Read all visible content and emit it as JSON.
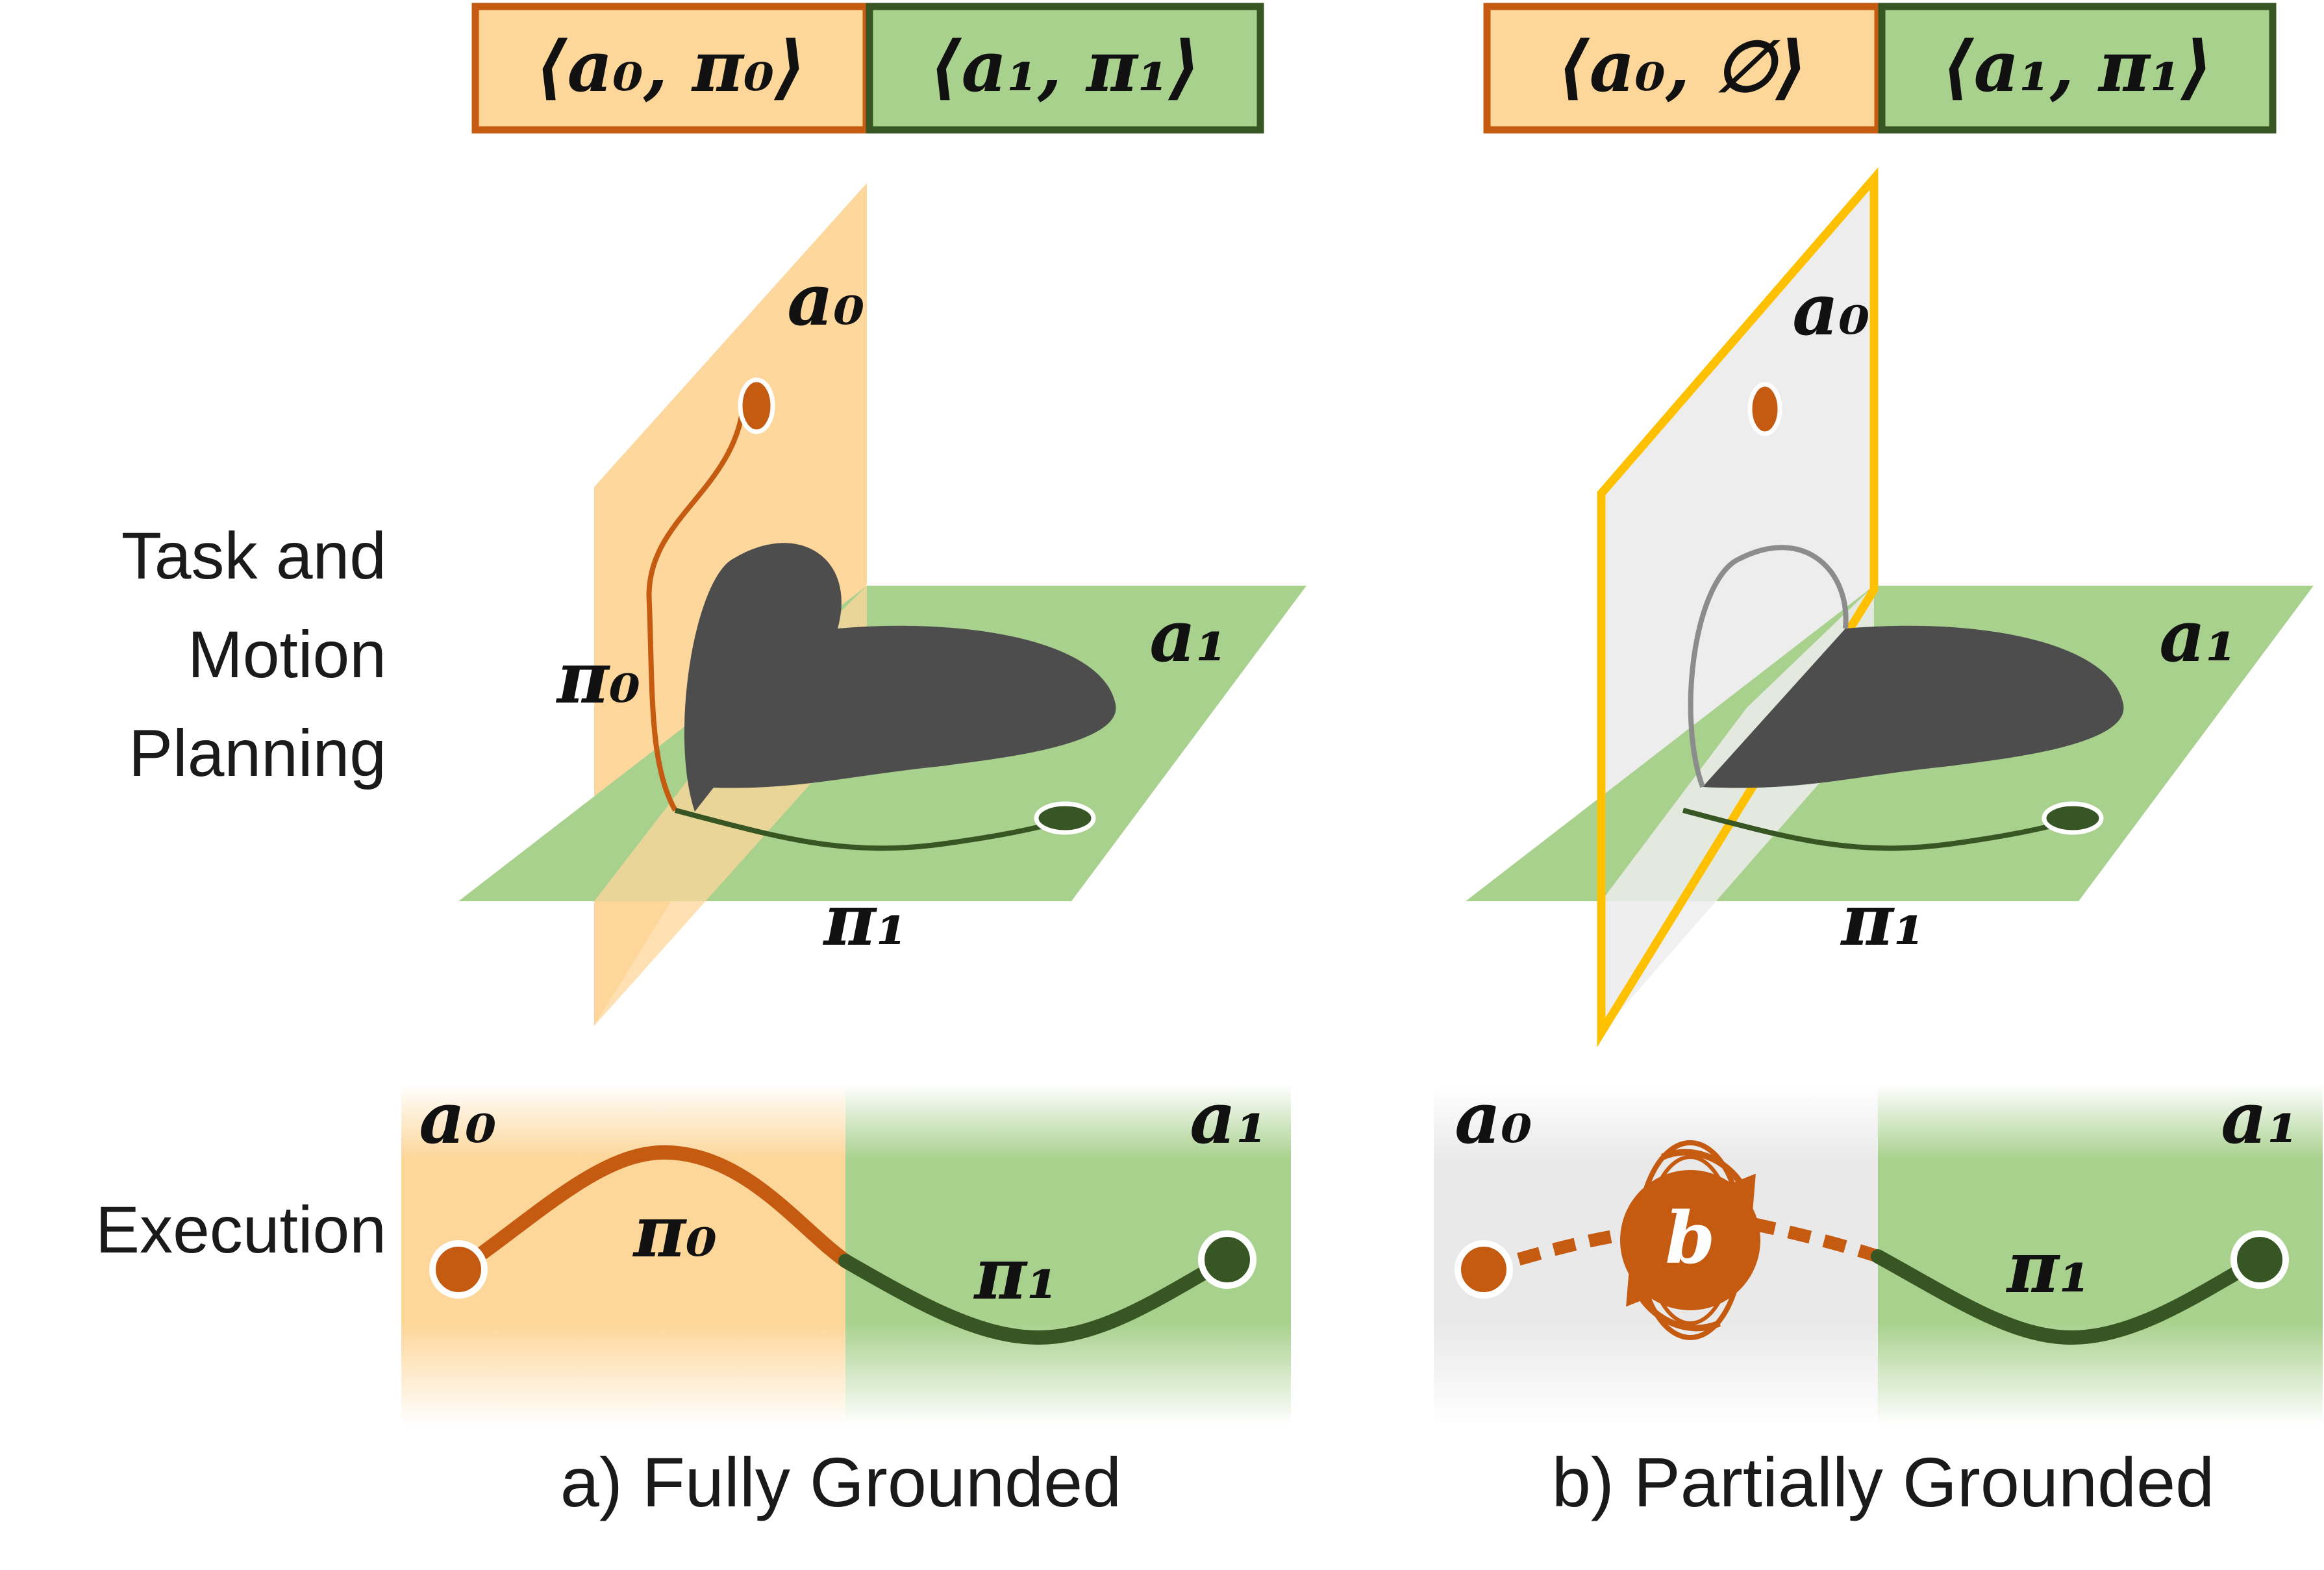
{
  "colors": {
    "orange_fill": "#fdd699",
    "orange_border": "#c55a11",
    "green_fill": "#a9d18e",
    "green_border": "#375623",
    "dark_shape": "#4d4d4d",
    "grey_plane": "#ededed",
    "yellow_border": "#ffc000",
    "arc_grey": "#8c8c8c"
  },
  "panel_a": {
    "tuple_left": "⟨a₀, π₀⟩",
    "tuple_right": "⟨a₁, π₁⟩",
    "plane_vertical_label": "a₀",
    "plane_horizontal_label": "a₁",
    "path_vertical_label": "π₀",
    "path_horizontal_label": "π₁",
    "exec_left_label": "a₀",
    "exec_right_label": "a₁",
    "exec_path_left_label": "π₀",
    "exec_path_right_label": "π₁",
    "caption": "a) Fully Grounded"
  },
  "panel_b": {
    "tuple_left": "⟨a₀, ∅⟩",
    "tuple_right": "⟨a₁, π₁⟩",
    "plane_vertical_label": "a₀",
    "plane_horizontal_label": "a₁",
    "path_horizontal_label": "π₁",
    "exec_left_label": "a₀",
    "exec_right_label": "a₁",
    "exec_belief_label": "b",
    "exec_path_right_label": "π₁",
    "caption": "b) Partially Grounded"
  },
  "row_labels": {
    "tamp_line1": "Task and",
    "tamp_line2": "Motion",
    "tamp_line3": "Planning",
    "execution": "Execution"
  }
}
